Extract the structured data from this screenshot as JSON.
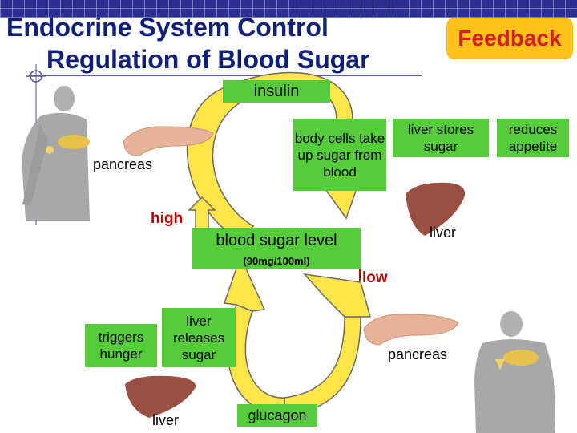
{
  "title": {
    "line1": "Endocrine System Control",
    "line2": "Regulation of Blood Sugar"
  },
  "feedback_badge": "Feedback",
  "labels": {
    "insulin": "insulin",
    "body_cells": "body cells take up sugar from blood",
    "liver_stores": "liver stores sugar",
    "reduces_appetite": "reduces appetite",
    "pancreas_top": "pancreas",
    "high": "high",
    "blood_sugar_level": "blood sugar level",
    "normal_range": "(90mg/100ml)",
    "low": "low",
    "liver_right": "liver",
    "triggers_hunger": "triggers hunger",
    "liver_releases": "liver releases sugar",
    "pancreas_bottom": "pancreas",
    "liver_bottom": "liver",
    "glucagon": "glucagon"
  },
  "colors": {
    "title": "#10207a",
    "topbar": "#2b2f8f",
    "feedback_bg": "#ffc21a",
    "feedback_text": "#d02020",
    "green_box": "#55cc3a",
    "arrow_fill": "#ffe44a",
    "arrow_outline": "#6b6b6b",
    "accent_red": "#c00000",
    "pancreas": "#e6b398",
    "liver": "#9a5040",
    "human_figure": "#a8a8a8"
  },
  "icons": [
    "human-figure-icon",
    "pancreas-icon",
    "liver-icon",
    "crosshair-icon"
  ]
}
